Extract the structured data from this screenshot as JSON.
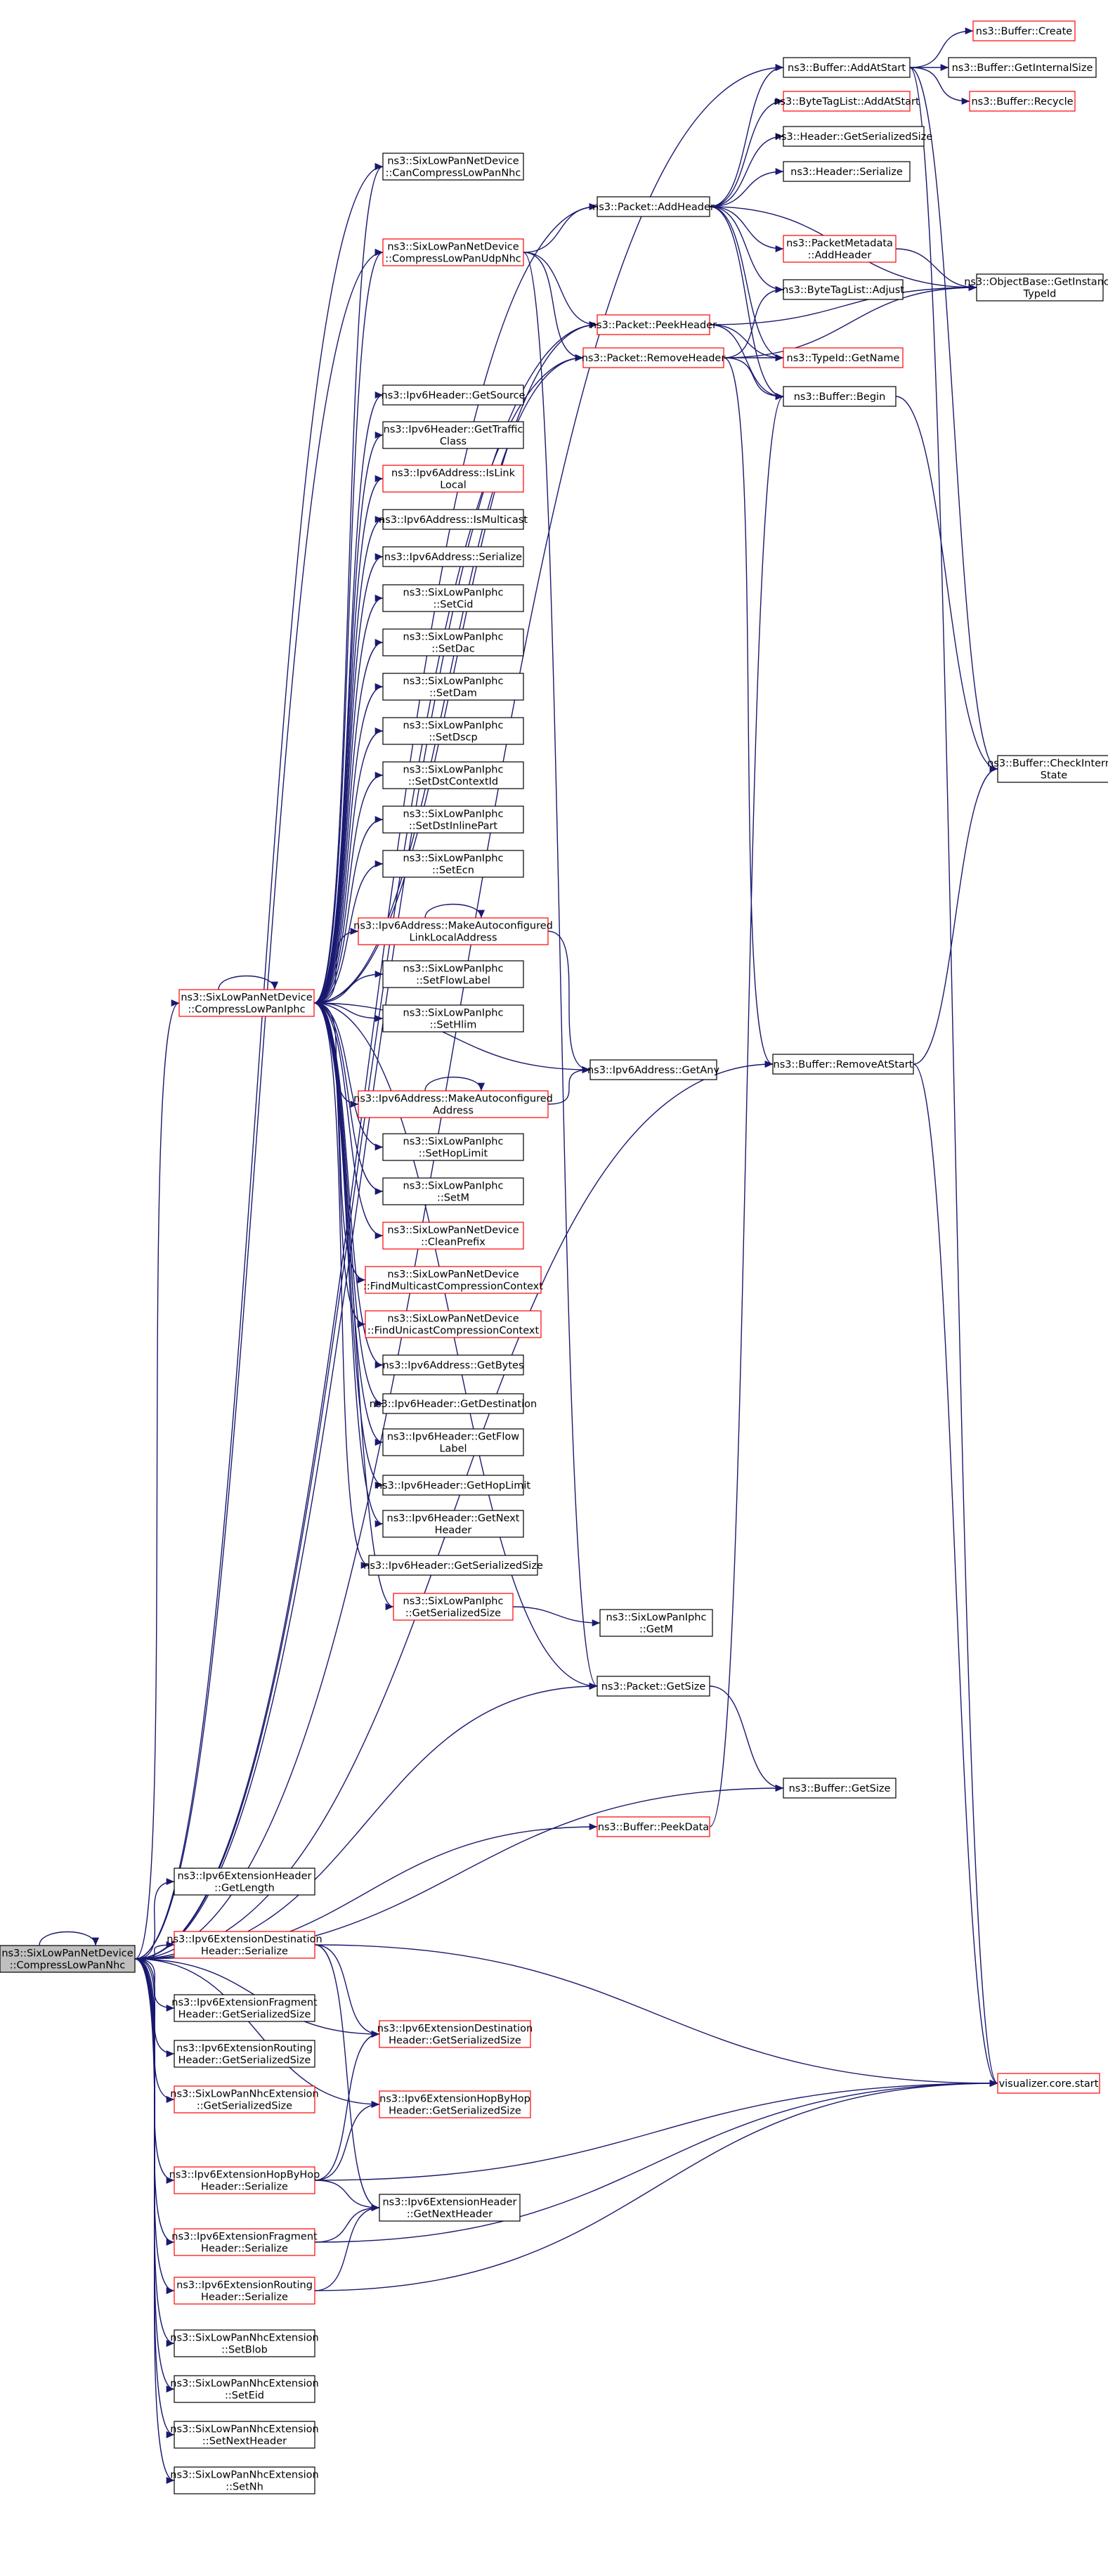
{
  "colors": {
    "edge": "#191970",
    "red_border": "#ff0000",
    "black_border": "#000000",
    "root_fill": "#bfbfbf"
  },
  "nodes": [
    {
      "id": "root",
      "label": [
        "ns3::SixLowPanNetDevice",
        "::CompressLowPanNhc"
      ],
      "style": "root"
    },
    {
      "id": "canNhc",
      "label": [
        "ns3::SixLowPanNetDevice",
        "::CanCompressLowPanNhc"
      ],
      "style": "black"
    },
    {
      "id": "udpNhc",
      "label": [
        "ns3::SixLowPanNetDevice",
        "::CompressLowPanUdpNhc"
      ],
      "style": "red"
    },
    {
      "id": "iphc",
      "label": [
        "ns3::SixLowPanNetDevice",
        "::CompressLowPanIphc"
      ],
      "style": "red"
    },
    {
      "id": "getSource",
      "label": [
        "ns3::Ipv6Header::GetSource"
      ],
      "style": "black"
    },
    {
      "id": "getTraffic",
      "label": [
        "ns3::Ipv6Header::GetTraffic",
        "Class"
      ],
      "style": "black"
    },
    {
      "id": "isLink",
      "label": [
        "ns3::Ipv6Address::IsLink",
        "Local"
      ],
      "style": "red"
    },
    {
      "id": "isMulticast",
      "label": [
        "ns3::Ipv6Address::IsMulticast"
      ],
      "style": "black"
    },
    {
      "id": "addrSerialize",
      "label": [
        "ns3::Ipv6Address::Serialize"
      ],
      "style": "black"
    },
    {
      "id": "setCid",
      "label": [
        "ns3::SixLowPanIphc",
        "::SetCid"
      ],
      "style": "black"
    },
    {
      "id": "setDac",
      "label": [
        "ns3::SixLowPanIphc",
        "::SetDac"
      ],
      "style": "black"
    },
    {
      "id": "setDam",
      "label": [
        "ns3::SixLowPanIphc",
        "::SetDam"
      ],
      "style": "black"
    },
    {
      "id": "setDscp",
      "label": [
        "ns3::SixLowPanIphc",
        "::SetDscp"
      ],
      "style": "black"
    },
    {
      "id": "setDstCtx",
      "label": [
        "ns3::SixLowPanIphc",
        "::SetDstContextId"
      ],
      "style": "black"
    },
    {
      "id": "setDstInline",
      "label": [
        "ns3::SixLowPanIphc",
        "::SetDstInlinePart"
      ],
      "style": "black"
    },
    {
      "id": "setEcn",
      "label": [
        "ns3::SixLowPanIphc",
        "::SetEcn"
      ],
      "style": "black"
    },
    {
      "id": "makeLinkLocal",
      "label": [
        "ns3::Ipv6Address::MakeAutoconfigured",
        "LinkLocalAddress"
      ],
      "style": "red"
    },
    {
      "id": "setFlowLabel",
      "label": [
        "ns3::SixLowPanIphc",
        "::SetFlowLabel"
      ],
      "style": "black"
    },
    {
      "id": "setHlim",
      "label": [
        "ns3::SixLowPanIphc",
        "::SetHlim"
      ],
      "style": "black"
    },
    {
      "id": "makeAddr",
      "label": [
        "ns3::Ipv6Address::MakeAutoconfigured",
        "Address"
      ],
      "style": "red"
    },
    {
      "id": "setHopLimit",
      "label": [
        "ns3::SixLowPanIphc",
        "::SetHopLimit"
      ],
      "style": "black"
    },
    {
      "id": "setM",
      "label": [
        "ns3::SixLowPanIphc",
        "::SetM"
      ],
      "style": "black"
    },
    {
      "id": "cleanPrefix",
      "label": [
        "ns3::SixLowPanNetDevice",
        "::CleanPrefix"
      ],
      "style": "red"
    },
    {
      "id": "findMulti",
      "label": [
        "ns3::SixLowPanNetDevice",
        "::FindMulticastCompressionContext"
      ],
      "style": "red"
    },
    {
      "id": "findUni",
      "label": [
        "ns3::SixLowPanNetDevice",
        "::FindUnicastCompressionContext"
      ],
      "style": "red"
    },
    {
      "id": "getBytes",
      "label": [
        "ns3::Ipv6Address::GetBytes"
      ],
      "style": "black"
    },
    {
      "id": "getDest",
      "label": [
        "ns3::Ipv6Header::GetDestination"
      ],
      "style": "black"
    },
    {
      "id": "getFlow",
      "label": [
        "ns3::Ipv6Header::GetFlow",
        "Label"
      ],
      "style": "black"
    },
    {
      "id": "getHop",
      "label": [
        "ns3::Ipv6Header::GetHopLimit"
      ],
      "style": "black"
    },
    {
      "id": "getNextH",
      "label": [
        "ns3::Ipv6Header::GetNext",
        "Header"
      ],
      "style": "black"
    },
    {
      "id": "getSerSize",
      "label": [
        "ns3::Ipv6Header::GetSerializedSize"
      ],
      "style": "black"
    },
    {
      "id": "iphcSerSize",
      "label": [
        "ns3::SixLowPanIphc",
        "::GetSerializedSize"
      ],
      "style": "red"
    },
    {
      "id": "getM",
      "label": [
        "ns3::SixLowPanIphc",
        "::GetM"
      ],
      "style": "black"
    },
    {
      "id": "pktGetSize",
      "label": [
        "ns3::Packet::GetSize"
      ],
      "style": "black"
    },
    {
      "id": "bufGetSize",
      "label": [
        "ns3::Buffer::GetSize"
      ],
      "style": "black"
    },
    {
      "id": "peekData",
      "label": [
        "ns3::Buffer::PeekData"
      ],
      "style": "red"
    },
    {
      "id": "extGetLength",
      "label": [
        "ns3::Ipv6ExtensionHeader",
        "::GetLength"
      ],
      "style": "black"
    },
    {
      "id": "destSer",
      "label": [
        "ns3::Ipv6ExtensionDestination",
        "Header::Serialize"
      ],
      "style": "red"
    },
    {
      "id": "fragSerSize",
      "label": [
        "ns3::Ipv6ExtensionFragment",
        "Header::GetSerializedSize"
      ],
      "style": "black"
    },
    {
      "id": "routeSerSize",
      "label": [
        "ns3::Ipv6ExtensionRouting",
        "Header::GetSerializedSize"
      ],
      "style": "black"
    },
    {
      "id": "nhcSerSize",
      "label": [
        "ns3::SixLowPanNhcExtension",
        "::GetSerializedSize"
      ],
      "style": "red"
    },
    {
      "id": "destSerSize",
      "label": [
        "ns3::Ipv6ExtensionDestination",
        "Header::GetSerializedSize"
      ],
      "style": "red"
    },
    {
      "id": "hopSerSize",
      "label": [
        "ns3::Ipv6ExtensionHopByHop",
        "Header::GetSerializedSize"
      ],
      "style": "red"
    },
    {
      "id": "hopSer",
      "label": [
        "ns3::Ipv6ExtensionHopByHop",
        "Header::Serialize"
      ],
      "style": "red"
    },
    {
      "id": "extNext",
      "label": [
        "ns3::Ipv6ExtensionHeader",
        "::GetNextHeader"
      ],
      "style": "black"
    },
    {
      "id": "fragSer",
      "label": [
        "ns3::Ipv6ExtensionFragment",
        "Header::Serialize"
      ],
      "style": "red"
    },
    {
      "id": "routeSer",
      "label": [
        "ns3::Ipv6ExtensionRouting",
        "Header::Serialize"
      ],
      "style": "red"
    },
    {
      "id": "setBlob",
      "label": [
        "ns3::SixLowPanNhcExtension",
        "::SetBlob"
      ],
      "style": "black"
    },
    {
      "id": "setEid",
      "label": [
        "ns3::SixLowPanNhcExtension",
        "::SetEid"
      ],
      "style": "black"
    },
    {
      "id": "setNextHeader",
      "label": [
        "ns3::SixLowPanNhcExtension",
        "::SetNextHeader"
      ],
      "style": "black"
    },
    {
      "id": "setNh",
      "label": [
        "ns3::SixLowPanNhcExtension",
        "::SetNh"
      ],
      "style": "black"
    },
    {
      "id": "addAtStart",
      "label": [
        "ns3::Buffer::AddAtStart"
      ],
      "style": "black"
    },
    {
      "id": "addHeader",
      "label": [
        "ns3::Packet::AddHeader"
      ],
      "style": "black"
    },
    {
      "id": "peekHeader",
      "label": [
        "ns3::Packet::PeekHeader"
      ],
      "style": "red"
    },
    {
      "id": "removeHeader",
      "label": [
        "ns3::Packet::RemoveHeader"
      ],
      "style": "red"
    },
    {
      "id": "getAny",
      "label": [
        "ns3::Ipv6Address::GetAny"
      ],
      "style": "black"
    },
    {
      "id": "removeAtStart",
      "label": [
        "ns3::Buffer::RemoveAtStart"
      ],
      "style": "black"
    },
    {
      "id": "btlAdd",
      "label": [
        "ns3::ByteTagList::AddAtStart"
      ],
      "style": "red"
    },
    {
      "id": "hdrSerSize",
      "label": [
        "ns3::Header::GetSerializedSize"
      ],
      "style": "black"
    },
    {
      "id": "hdrSer",
      "label": [
        "ns3::Header::Serialize"
      ],
      "style": "black"
    },
    {
      "id": "pmAdd",
      "label": [
        "ns3::PacketMetadata",
        "::AddHeader"
      ],
      "style": "red"
    },
    {
      "id": "btlAdjust",
      "label": [
        "ns3::ByteTagList::Adjust"
      ],
      "style": "black"
    },
    {
      "id": "typeName",
      "label": [
        "ns3::TypeId::GetName"
      ],
      "style": "red"
    },
    {
      "id": "bufBegin",
      "label": [
        "ns3::Buffer::Begin"
      ],
      "style": "black"
    },
    {
      "id": "bufCreate",
      "label": [
        "ns3::Buffer::Create"
      ],
      "style": "red"
    },
    {
      "id": "bufInternal",
      "label": [
        "ns3::Buffer::GetInternalSize"
      ],
      "style": "black"
    },
    {
      "id": "bufRecycle",
      "label": [
        "ns3::Buffer::Recycle"
      ],
      "style": "red"
    },
    {
      "id": "objTypeId",
      "label": [
        "ns3::ObjectBase::GetInstance",
        "TypeId"
      ],
      "style": "black"
    },
    {
      "id": "checkState",
      "label": [
        "ns3::Buffer::CheckInternal",
        "State"
      ],
      "style": "black"
    },
    {
      "id": "vizStart",
      "label": [
        "visualizer.core.start"
      ],
      "style": "red"
    }
  ],
  "edges": [
    [
      "root",
      "canNhc"
    ],
    [
      "root",
      "udpNhc"
    ],
    [
      "root",
      "iphc"
    ],
    [
      "root",
      "addHeader"
    ],
    [
      "root",
      "peekHeader"
    ],
    [
      "root",
      "removeHeader"
    ],
    [
      "root",
      "pktGetSize"
    ],
    [
      "root",
      "bufGetSize"
    ],
    [
      "root",
      "peekData"
    ],
    [
      "root",
      "removeAtStart"
    ],
    [
      "root",
      "extGetLength"
    ],
    [
      "root",
      "destSer"
    ],
    [
      "root",
      "fragSerSize"
    ],
    [
      "root",
      "routeSerSize"
    ],
    [
      "root",
      "nhcSerSize"
    ],
    [
      "root",
      "destSerSize"
    ],
    [
      "root",
      "hopSerSize"
    ],
    [
      "root",
      "hopSer"
    ],
    [
      "root",
      "fragSer"
    ],
    [
      "root",
      "routeSer"
    ],
    [
      "root",
      "setBlob"
    ],
    [
      "root",
      "setEid"
    ],
    [
      "root",
      "setNextHeader"
    ],
    [
      "root",
      "setNh"
    ],
    [
      "root",
      "addAtStart"
    ],
    [
      "root",
      "root"
    ],
    [
      "udpNhc",
      "addHeader"
    ],
    [
      "udpNhc",
      "peekHeader"
    ],
    [
      "udpNhc",
      "removeHeader"
    ],
    [
      "udpNhc",
      "pktGetSize"
    ],
    [
      "iphc",
      "getSource"
    ],
    [
      "iphc",
      "getTraffic"
    ],
    [
      "iphc",
      "isLink"
    ],
    [
      "iphc",
      "isMulticast"
    ],
    [
      "iphc",
      "addrSerialize"
    ],
    [
      "iphc",
      "setCid"
    ],
    [
      "iphc",
      "setDac"
    ],
    [
      "iphc",
      "setDam"
    ],
    [
      "iphc",
      "setDscp"
    ],
    [
      "iphc",
      "setDstCtx"
    ],
    [
      "iphc",
      "setDstInline"
    ],
    [
      "iphc",
      "setEcn"
    ],
    [
      "iphc",
      "makeLinkLocal"
    ],
    [
      "iphc",
      "setFlowLabel"
    ],
    [
      "iphc",
      "setHlim"
    ],
    [
      "iphc",
      "getAny"
    ],
    [
      "iphc",
      "makeAddr"
    ],
    [
      "iphc",
      "setHopLimit"
    ],
    [
      "iphc",
      "setM"
    ],
    [
      "iphc",
      "cleanPrefix"
    ],
    [
      "iphc",
      "findMulti"
    ],
    [
      "iphc",
      "findUni"
    ],
    [
      "iphc",
      "getBytes"
    ],
    [
      "iphc",
      "getDest"
    ],
    [
      "iphc",
      "getFlow"
    ],
    [
      "iphc",
      "getHop"
    ],
    [
      "iphc",
      "getNextH"
    ],
    [
      "iphc",
      "getSerSize"
    ],
    [
      "iphc",
      "iphcSerSize"
    ],
    [
      "iphc",
      "pktGetSize"
    ],
    [
      "iphc",
      "peekHeader"
    ],
    [
      "iphc",
      "removeHeader"
    ],
    [
      "iphc",
      "udpNhc"
    ],
    [
      "iphc",
      "canNhc"
    ],
    [
      "iphc",
      "iphc"
    ],
    [
      "makeLinkLocal",
      "getAny"
    ],
    [
      "makeLinkLocal",
      "makeLinkLocal"
    ],
    [
      "makeAddr",
      "getAny"
    ],
    [
      "makeAddr",
      "makeAddr"
    ],
    [
      "iphcSerSize",
      "getM"
    ],
    [
      "addHeader",
      "addAtStart"
    ],
    [
      "addHeader",
      "btlAdd"
    ],
    [
      "addHeader",
      "hdrSerSize"
    ],
    [
      "addHeader",
      "hdrSer"
    ],
    [
      "addHeader",
      "pmAdd"
    ],
    [
      "addHeader",
      "btlAdjust"
    ],
    [
      "addHeader",
      "typeName"
    ],
    [
      "addHeader",
      "bufBegin"
    ],
    [
      "addHeader",
      "objTypeId"
    ],
    [
      "peekHeader",
      "typeName"
    ],
    [
      "peekHeader",
      "bufBegin"
    ],
    [
      "peekHeader",
      "objTypeId"
    ],
    [
      "removeHeader",
      "typeName"
    ],
    [
      "removeHeader",
      "bufBegin"
    ],
    [
      "removeHeader",
      "objTypeId"
    ],
    [
      "removeHeader",
      "removeAtStart"
    ],
    [
      "removeHeader",
      "btlAdjust"
    ],
    [
      "addAtStart",
      "bufCreate"
    ],
    [
      "addAtStart",
      "bufInternal"
    ],
    [
      "addAtStart",
      "bufRecycle"
    ],
    [
      "addAtStart",
      "checkState"
    ],
    [
      "addAtStart",
      "vizStart"
    ],
    [
      "pmAdd",
      "objTypeId"
    ],
    [
      "bufBegin",
      "checkState"
    ],
    [
      "removeAtStart",
      "checkState"
    ],
    [
      "removeAtStart",
      "vizStart"
    ],
    [
      "pktGetSize",
      "bufGetSize"
    ],
    [
      "peekData",
      "bufBegin"
    ],
    [
      "destSer",
      "destSerSize"
    ],
    [
      "destSer",
      "extNext"
    ],
    [
      "destSer",
      "vizStart"
    ],
    [
      "hopSer",
      "hopSerSize"
    ],
    [
      "hopSer",
      "extNext"
    ],
    [
      "hopSer",
      "vizStart"
    ],
    [
      "hopSer",
      "destSerSize"
    ],
    [
      "fragSer",
      "extNext"
    ],
    [
      "fragSer",
      "vizStart"
    ],
    [
      "routeSer",
      "extNext"
    ],
    [
      "routeSer",
      "vizStart"
    ]
  ]
}
